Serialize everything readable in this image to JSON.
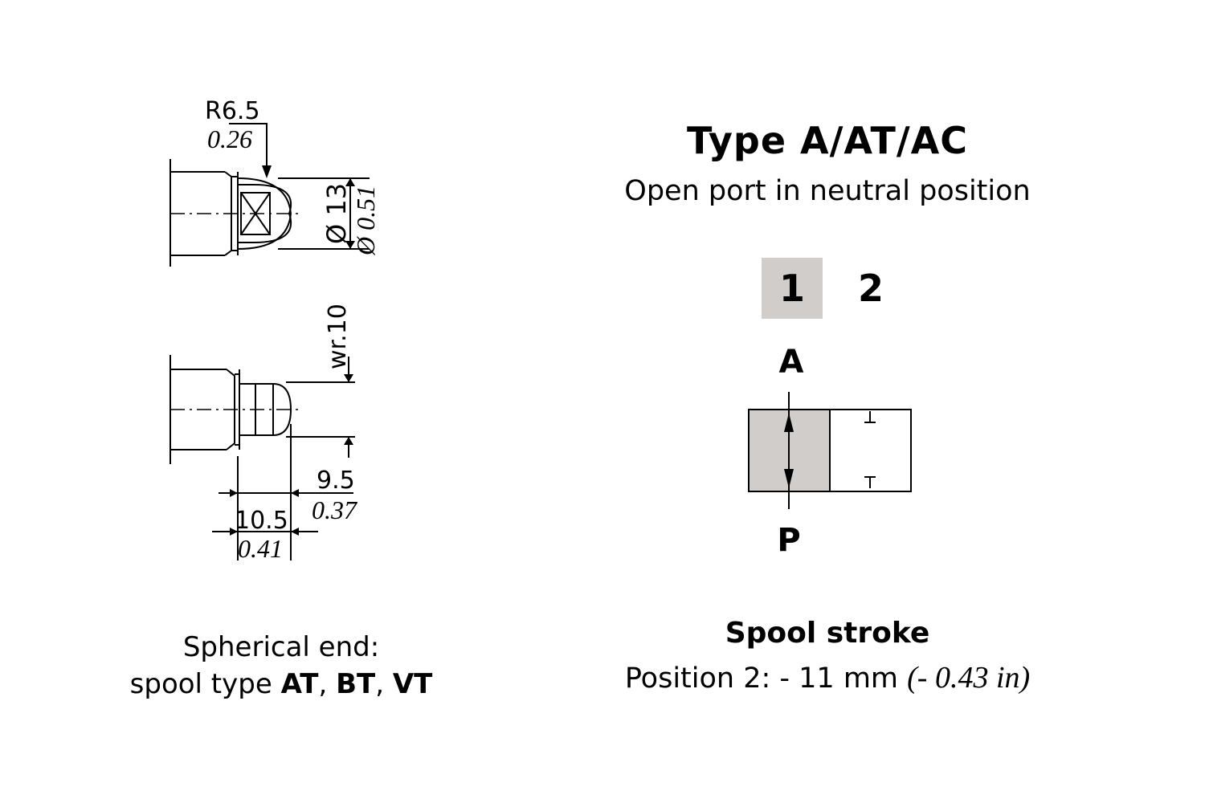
{
  "left_drawing": {
    "dims": {
      "radius_mm": "R6.5",
      "radius_in": "0.26",
      "diameter_mm": "Ø 13",
      "diameter_in": "Ø 0.51",
      "wrench": "wr.10",
      "len1_mm": "9.5",
      "len1_in": "0.37",
      "len2_mm": "10.5",
      "len2_in": "0.41"
    },
    "caption_line1": "Spherical end:",
    "caption_prefix": "spool type ",
    "caption_types": [
      "AT",
      "BT",
      "VT"
    ],
    "caption_sep": ", "
  },
  "type_block": {
    "title": "Type A/AT/AC",
    "subtitle": "Open port in neutral position",
    "position_labels": [
      "1",
      "2"
    ],
    "highlighted_position": "1",
    "port_top": "A",
    "port_bottom": "P"
  },
  "spool_stroke": {
    "title": "Spool stroke",
    "text": "Position 2: - 11 mm ",
    "inches": "(- 0.43 in)"
  },
  "colors": {
    "highlight_fill": "#d0cdca",
    "line": "#000000"
  }
}
